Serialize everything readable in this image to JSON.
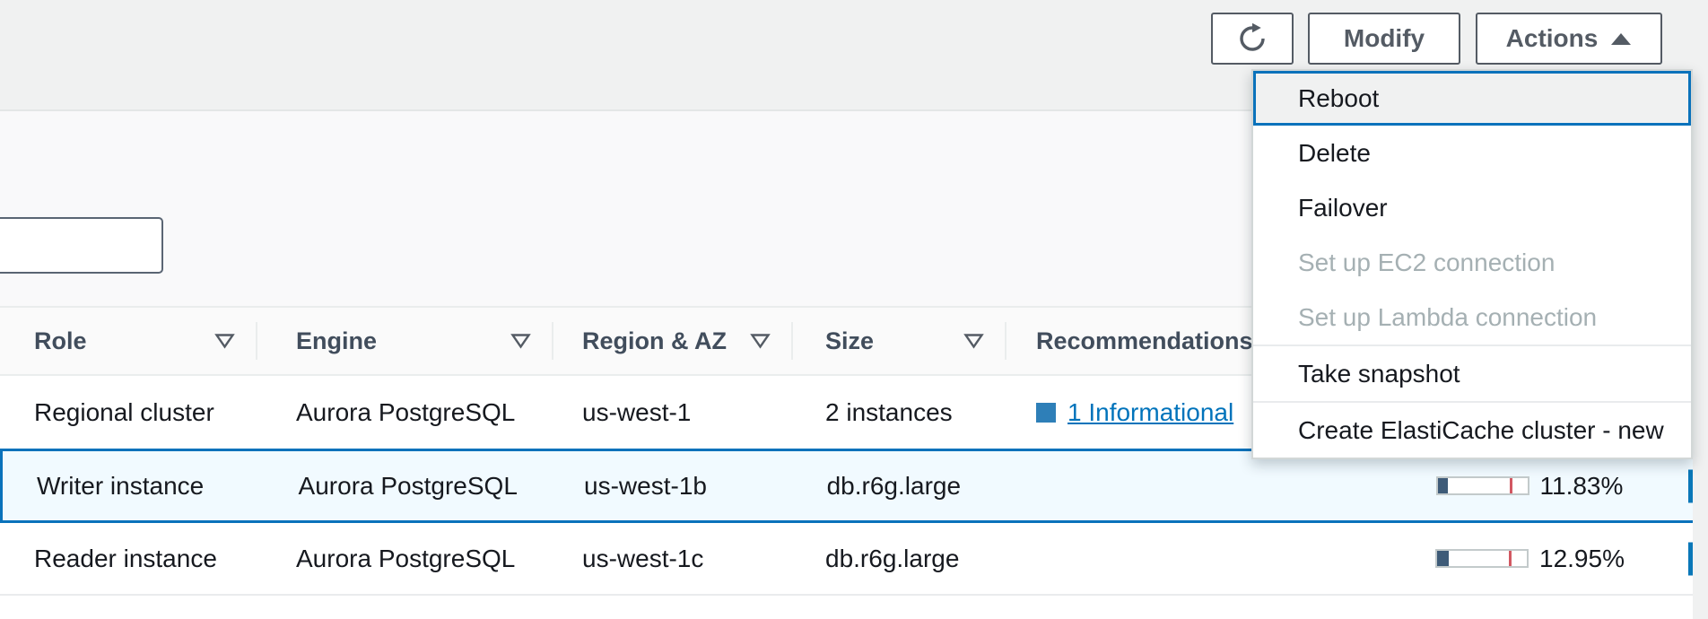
{
  "toolbar": {
    "refresh_icon": "refresh-circular-arrow",
    "modify_label": "Modify",
    "actions_label": "Actions",
    "actions_caret_icon": "caret-up-filled"
  },
  "search_box": {
    "value": ""
  },
  "actions_menu": {
    "items": [
      {
        "label": "Reboot",
        "state": "focused"
      },
      {
        "label": "Delete",
        "state": "enabled"
      },
      {
        "label": "Failover",
        "state": "enabled"
      },
      {
        "label": "Set up EC2 connection",
        "state": "disabled"
      },
      {
        "label": "Set up Lambda connection",
        "state": "disabled"
      },
      {
        "label": "Take snapshot",
        "state": "enabled",
        "divider_before": true
      },
      {
        "label": "Create ElastiCache cluster - new",
        "state": "enabled",
        "divider_before": true
      }
    ]
  },
  "table": {
    "columns": [
      {
        "label": "Role",
        "sortable": true
      },
      {
        "label": "Engine",
        "sortable": true
      },
      {
        "label": "Region & AZ",
        "sortable": true
      },
      {
        "label": "Size",
        "sortable": true
      },
      {
        "label": "Recommendations",
        "sortable": false
      },
      {
        "label": "",
        "sortable": false
      }
    ],
    "rows": [
      {
        "role": "Regional cluster",
        "engine": "Aurora PostgreSQL",
        "region_az": "us-west-1",
        "size": "2 instances",
        "recommendations": "1 Informational",
        "cpu_display": "",
        "selected": false
      },
      {
        "role": "Writer instance",
        "engine": "Aurora PostgreSQL",
        "region_az": "us-west-1b",
        "size": "db.r6g.large",
        "recommendations": "",
        "cpu_display": "11.83%",
        "cpu_value_pct": 11.83,
        "selected": true
      },
      {
        "role": "Reader instance",
        "engine": "Aurora PostgreSQL",
        "region_az": "us-west-1c",
        "size": "db.r6g.large",
        "recommendations": "",
        "cpu_display": "12.95%",
        "cpu_value_pct": 12.95,
        "selected": false
      }
    ]
  },
  "cpu_meter": {
    "threshold_pct": 80
  },
  "colors": {
    "accent_blue": "#0073bb",
    "selected_row_bg": "#f1faff",
    "selected_row_border": "#0a72bb",
    "info_square_blue": "#2e7fb8",
    "meter_fill": "#3e5b78",
    "meter_threshold_red": "#d25862",
    "disabled_text": "#a5b0b3",
    "button_outline": "#545b64"
  }
}
